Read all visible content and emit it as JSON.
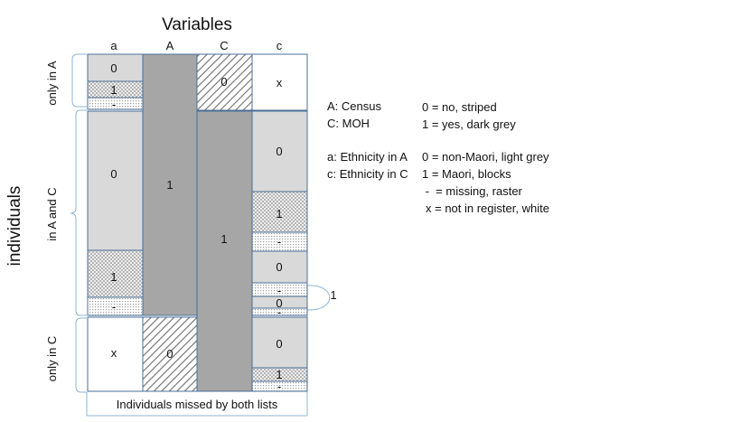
{
  "title": "Variables",
  "rows_axis_label": "individuals",
  "columns": [
    "a",
    "A",
    "C",
    "c"
  ],
  "groups": [
    "only in A",
    "in A and C",
    "only in C"
  ],
  "cells": {
    "a_onlyA_val": "0",
    "a_onlyA_one": "1",
    "a_onlyA_missing": "-",
    "a_both_val": "0",
    "a_both_one": "1",
    "a_both_missing": "-",
    "a_onlyC": "x",
    "A_val": "1",
    "A_onlyC": "0",
    "C_onlyA": "0",
    "C_val": "1",
    "c_onlyA": "x",
    "c_b1": "0",
    "c_b2": "1",
    "c_b3": "-",
    "c_b4": "0",
    "c_b5": "-",
    "c_b6": "0",
    "c_b7": "-",
    "c_c1": "0",
    "c_c2": "1",
    "c_c3": "-"
  },
  "brace_label": "1",
  "footer": "Individuals missed by both lists",
  "legend": {
    "A_label": "A: Census",
    "C_label": "C: MOH",
    "zero": "0 = no, striped",
    "one": "1 = yes, dark grey",
    "a_label": "a: Ethnicity in A",
    "c_label": "c: Ethnicity in C",
    "non_maori": "0 = non-Maori, light grey",
    "maori": "1 = Maori, blocks",
    "missing": " -  = missing, raster",
    "not_in_register": "x = not in register, white"
  },
  "colors": {
    "dark_grey": "#a6a6a6",
    "light_grey": "#d9d9d9",
    "border": "#4a6f98",
    "group_brace": "#8eb4d6"
  }
}
